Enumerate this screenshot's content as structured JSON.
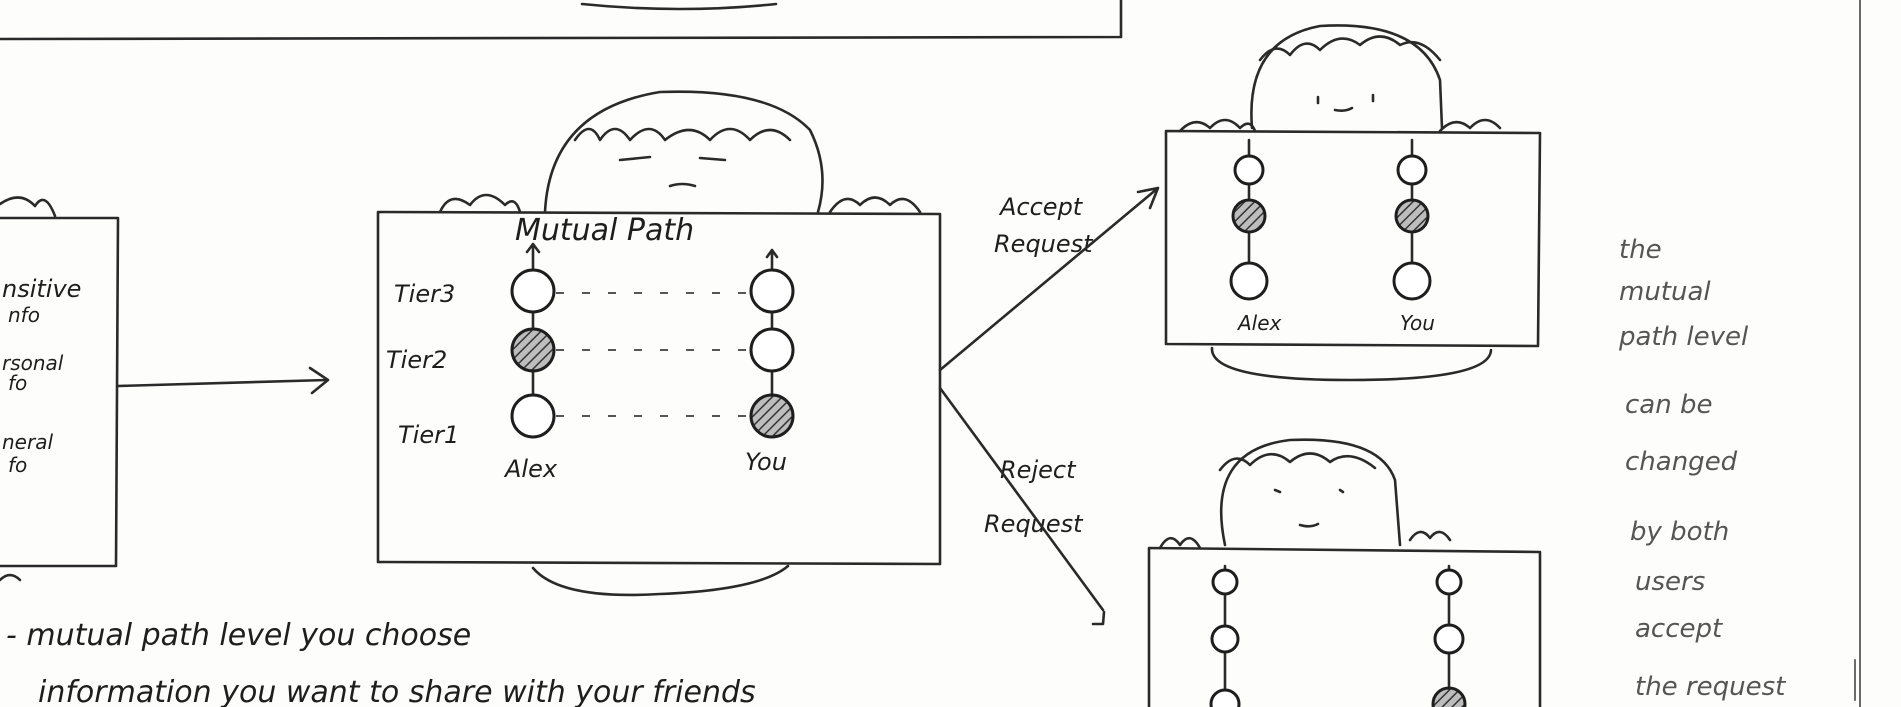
{
  "left_screen": {
    "items": [
      "nsitive",
      "nfo",
      "rsonal",
      "fo",
      "neral",
      "fo"
    ]
  },
  "middle_screen": {
    "title": "Mutual Path",
    "tiers": [
      "Tier3",
      "Tier2",
      "Tier1"
    ],
    "columns": [
      {
        "label": "Alex",
        "selected_tier": "Tier2"
      },
      {
        "label": "You",
        "selected_tier": "Tier1"
      }
    ]
  },
  "actions": {
    "accept": [
      "Accept",
      "Request"
    ],
    "reject": [
      "Reject",
      "Request"
    ]
  },
  "accept_screen": {
    "columns": [
      {
        "label": "Alex"
      },
      {
        "label": "You"
      }
    ]
  },
  "side_note": [
    "the",
    "mutual",
    "path level",
    "can be",
    "changed",
    "by both",
    "users",
    "accept",
    "the request"
  ],
  "bottom_note": {
    "line1": "- mutual path level  you choose",
    "line2": "information  you  want  to share with your friends"
  },
  "colors": {
    "ink": "#2a2a2a",
    "paper": "#fdfdfc"
  }
}
